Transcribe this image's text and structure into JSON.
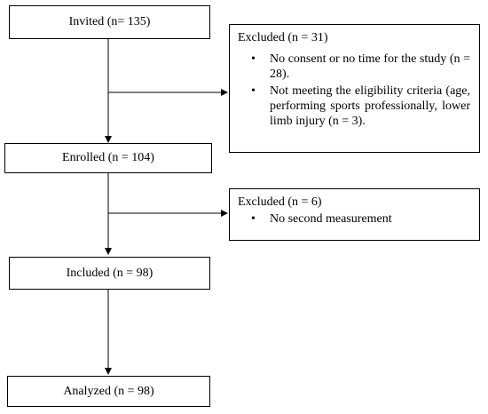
{
  "flowchart": {
    "invited": "Invited (n= 135)",
    "enrolled": "Enrolled (n = 104)",
    "included": "Included (n = 98)",
    "analyzed": "Analyzed (n = 98)",
    "excluded_first": {
      "title": "Excluded (n = 31)",
      "items": [
        "No consent or no time for the study (n = 28).",
        "Not meeting the eligibility criteria (age, performing sports professionally, lower limb injury (n = 3)."
      ]
    },
    "excluded_second": {
      "title": "Excluded (n = 6)",
      "items": [
        "No second measurement"
      ]
    },
    "bullet_glyph": "•"
  }
}
